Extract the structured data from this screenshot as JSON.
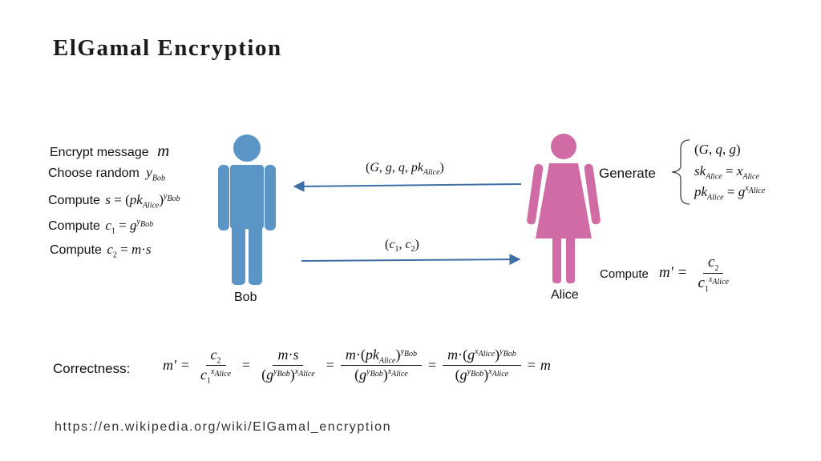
{
  "title": "ElGamal Encryption",
  "bob": {
    "name": "Bob",
    "color": "#5b95c6",
    "steps": [
      {
        "text": "Encrypt message",
        "math": "m"
      },
      {
        "text": "Choose random",
        "math": "y_Bob"
      },
      {
        "text": "Compute",
        "math": "s = (pk_Alice)^(y_Bob)"
      },
      {
        "text": "Compute",
        "math": "c_1 = g^(y_Bob)"
      },
      {
        "text": "Compute",
        "math": "c_2 = m · s"
      }
    ]
  },
  "alice": {
    "name": "Alice",
    "color": "#d16ba5",
    "generate_label": "Generate",
    "generate_items": [
      "(G, q, g)",
      "sk_Alice = x_Alice",
      "pk_Alice = g^(x_Alice)"
    ],
    "compute_label": "Compute",
    "compute_math": "m' = c_2 / c_1^(x_Alice)"
  },
  "messages": {
    "to_bob": "(G, g, q, pk_Alice)",
    "to_alice": "(c_1, c_2)",
    "arrow_color": "#3d6fa6"
  },
  "correctness": {
    "label": "Correctness:",
    "math": "m' = c_2 / c_1^(x_Alice) = m·s / (g^(y_Bob))^(x_Alice) = m·(pk_Alice)^(y_Bob) / (g^(y_Bob))^(x_Alice) = m·(g^(x_Alice))^(y_Bob) / (g^(y_Bob))^(x_Alice) = m"
  },
  "source": "https://en.wikipedia.org/wiki/ElGamal_encryption"
}
